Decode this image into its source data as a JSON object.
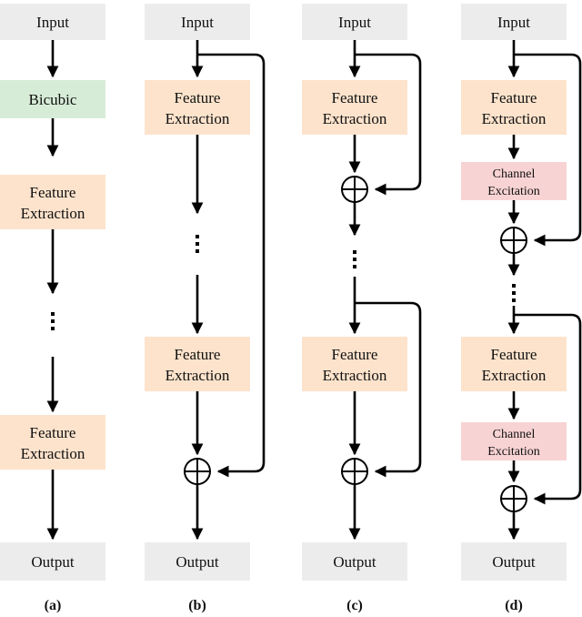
{
  "labels": {
    "input": "Input",
    "output": "Output",
    "bicubic": "Bicubic",
    "feature_line1": "Feature",
    "feature_line2": "Extraction",
    "channel_line1": "Channel",
    "channel_line2": "Excitation"
  },
  "captions": [
    "(a)",
    "(b)",
    "(c)",
    "(d)"
  ],
  "colors": {
    "io_box": "#ececec",
    "bicubic_box": "#d7ecd7",
    "feature_box": "#fde3cc",
    "channel_box": "#f8d3d3"
  }
}
